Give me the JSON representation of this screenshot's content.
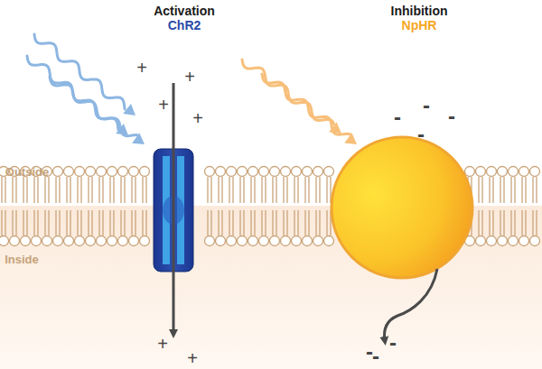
{
  "diagram": {
    "labels": [
      "Activation",
      "ChR2",
      "Inhibition",
      "NpHR",
      "Outside",
      "Inside",
      "+",
      "+",
      "+",
      "+",
      "+",
      "+",
      "-",
      "-",
      "-",
      "-",
      "-",
      "-",
      "-"
    ]
  }
}
